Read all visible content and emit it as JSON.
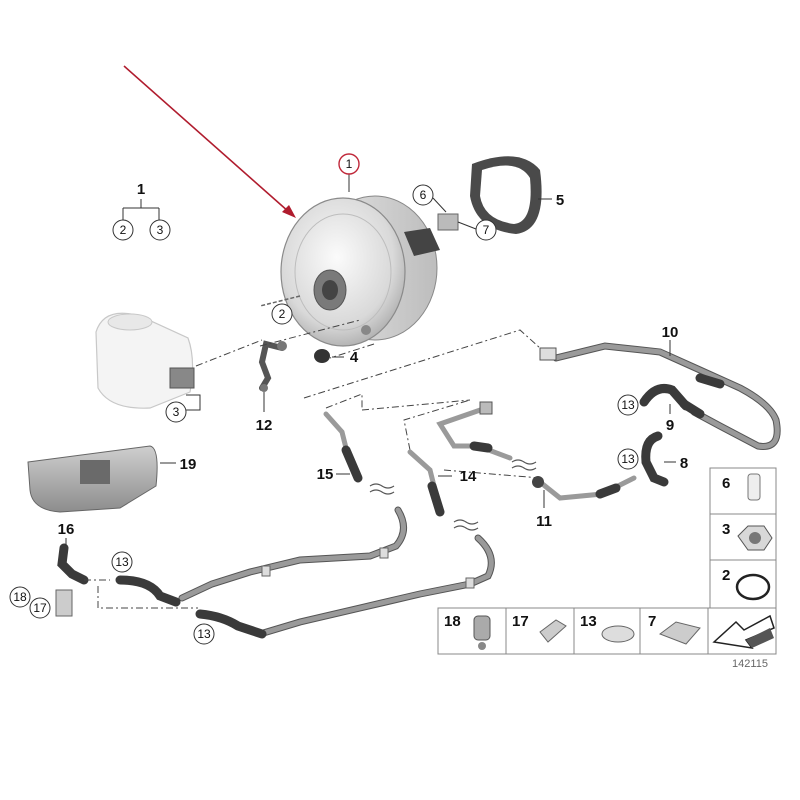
{
  "callouts": {
    "c1_main": "1",
    "c1_tree": "1",
    "c2_tree": "2",
    "c3_tree": "3",
    "c2_booster": "2",
    "c3_reservoir": "3",
    "c4": "4",
    "c5": "5",
    "c6": "6",
    "c7": "7",
    "c8": "8",
    "c9": "9",
    "c10": "10",
    "c11": "11",
    "c12": "12",
    "c13_a": "13",
    "c13_b": "13",
    "c13_c": "13",
    "c13_d": "13",
    "c14": "14",
    "c15": "15",
    "c16": "16",
    "c17": "17",
    "c18": "18",
    "c19": "19"
  },
  "legend": {
    "box6": "6",
    "box3": "3",
    "box2": "2",
    "box18": "18",
    "box17": "17",
    "box13": "13",
    "box7": "7"
  },
  "catalog_number": "142115",
  "colors": {
    "arrow": "#b01c2e",
    "highlight_circle": "#c0283a"
  }
}
